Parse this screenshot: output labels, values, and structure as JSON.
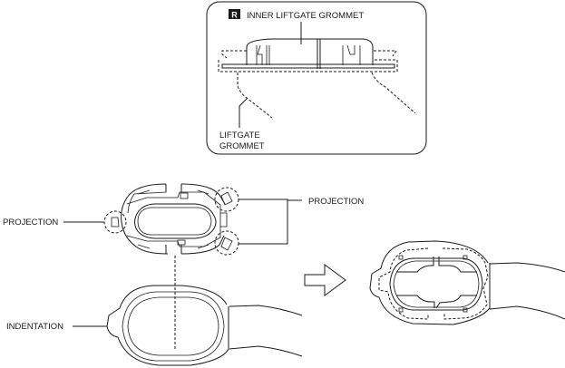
{
  "detail_box": {
    "badge": "R",
    "title": "INNER LIFTGATE GROMMET",
    "label_bottom_line1": "LIFTGATE",
    "label_bottom_line2": "GROMMET"
  },
  "labels": {
    "projection_left": "PROJECTION",
    "projection_right": "PROJECTION",
    "indentation": "INDENTATION"
  },
  "icons": {
    "arrow": "right-arrow-outline"
  },
  "colors": {
    "line": "#1a1a1a",
    "background": "#ffffff",
    "badge_bg": "#1a1a1a",
    "badge_text": "#ffffff"
  }
}
